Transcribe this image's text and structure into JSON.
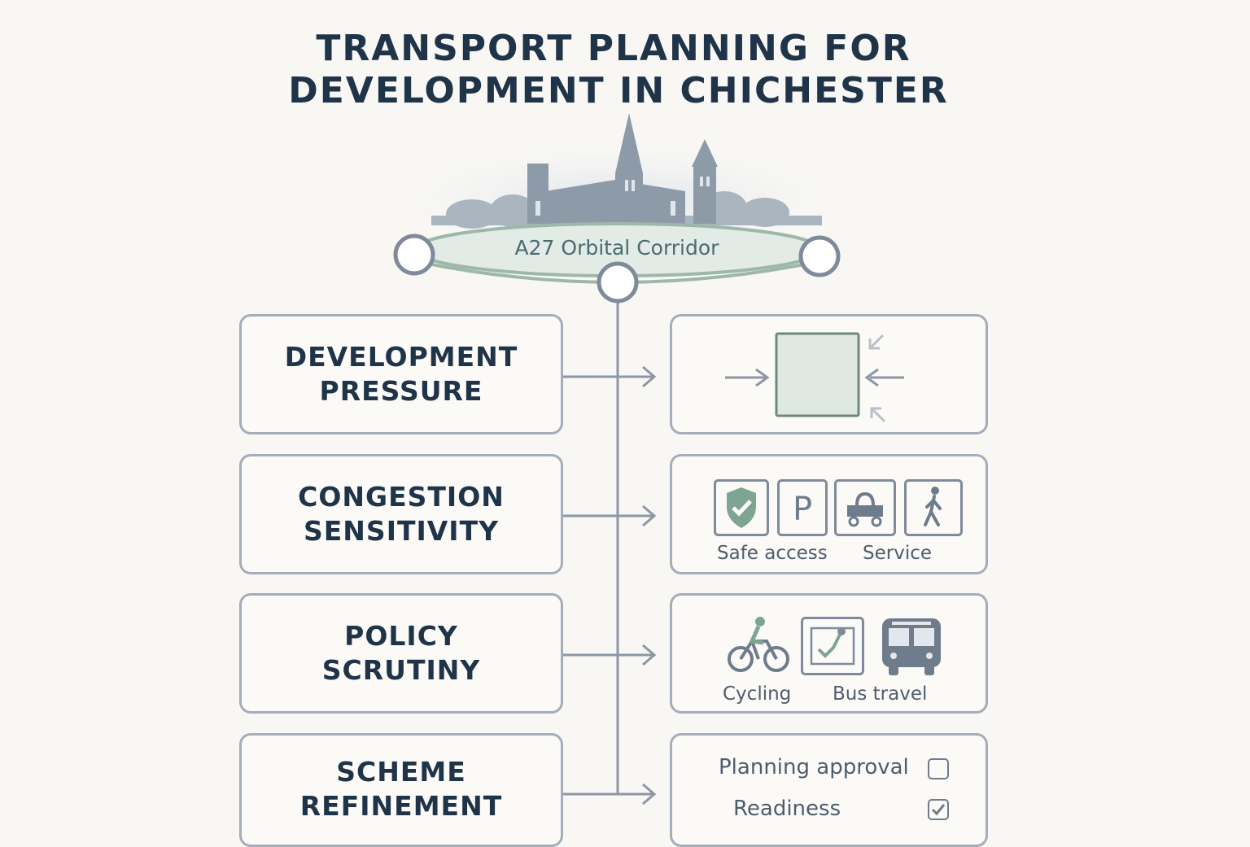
{
  "title": {
    "line1": "TRANSPORT PLANNING FOR",
    "line2": "DEVELOPMENT IN CHICHESTER"
  },
  "corridor": {
    "label": "A27 Orbital Corridor"
  },
  "stages": [
    {
      "line1": "DEVELOPMENT",
      "line2": "PRESSURE"
    },
    {
      "line1": "CONGESTION",
      "line2": "SENSITIVITY"
    },
    {
      "line1": "POLICY",
      "line2": "SCRUTINY"
    },
    {
      "line1": "SCHEME",
      "line2": "REFINEMENT"
    }
  ],
  "outcomes": {
    "access": {
      "safe_access_label": "Safe access",
      "service_label": "Service",
      "parking_letter": "P"
    },
    "modes": {
      "cycling_label": "Cycling",
      "bus_label": "Bus travel"
    },
    "checklist": [
      {
        "label": "Planning approval",
        "checked": false
      },
      {
        "label": "Readiness",
        "checked": true
      }
    ]
  },
  "icons": [
    "cathedral-skyline-icon",
    "site-block-icon",
    "shield-check-icon",
    "parking-icon",
    "delivery-vehicle-icon",
    "pedestrian-icon",
    "cyclist-icon",
    "route-map-icon",
    "bus-icon",
    "checkbox-icon"
  ],
  "colors": {
    "title": "#1f3349",
    "line": "#8c97a6",
    "box_border": "#a4adb9",
    "accent_green": "#6f9a86",
    "skyline": "#8d9aa8"
  }
}
